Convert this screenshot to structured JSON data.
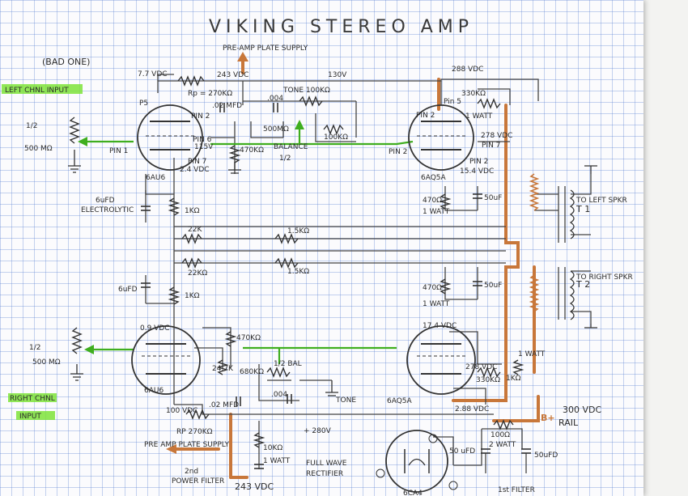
{
  "title": "VIKING STEREO AMP",
  "subtitle": "(BAD ONE)",
  "inputs": {
    "left": "LEFT CHNL INPUT",
    "right_line1": "RIGHT CHNL",
    "right_line2": "INPUT"
  },
  "volume": {
    "left_label": "1/2",
    "left_value": "500 MΩ",
    "right_label": "1/2",
    "right_value": "500 MΩ"
  },
  "tubes": {
    "v1": "6AU6",
    "v2": "6AQ5A",
    "v3": "6AU6",
    "v4": "6AQ5A",
    "rect": "6CA4"
  },
  "pins": {
    "p5": "P5",
    "pin2_top": "PIN 2",
    "pin6": "PIN 6",
    "pin1": "PIN 1",
    "pin7_top": "PIN 7",
    "p5_right": "Pin 5",
    "pin2_right": "PIN 2",
    "pin7_right": "PIN 7",
    "pin2_low": "PIN 2"
  },
  "voltages": {
    "v77": "7.7 VDC",
    "v243": "243 VDC",
    "v288": "288 VDC",
    "v115": "115V",
    "v24": "2.4 VDC",
    "v278": "278 VDC",
    "v154": "15.4 VDC",
    "v09": "0.9 VDC",
    "v247": "24.7K",
    "v174": "17.4 VDC",
    "v278b": "278 VDC",
    "v288b": "2.88 VDC",
    "v100": "100 VDC",
    "v280": "+ 280V",
    "v243b": "243 VDC",
    "v300": "300 VDC",
    "v130": "130V"
  },
  "labels": {
    "preamp_top": "PRE-AMP PLATE SUPPLY",
    "rp_top": "Rp = 270KΩ",
    "c02_top": ".02 MFD",
    "c004": ".004",
    "tone_top": "TONE 100KΩ",
    "r500m": "500MΩ",
    "r470k": "470KΩ",
    "balance": "BALANCE",
    "half": "1/2",
    "r100k_top": "100KΩ",
    "r330k": "330KΩ",
    "watt1": "1 WATT",
    "r470": "470Ω",
    "c50uf": "50uF",
    "c6uf": "6uFD",
    "electrolytic": "ELECTROLYTIC",
    "r1k": "1KΩ",
    "r22k": "22K",
    "r15k_a": "1.5KΩ",
    "r15k_b": "1.5KΩ",
    "r22k_b": "22KΩ",
    "c6uf_b": "6uFD",
    "r1k_b": "1KΩ",
    "r470_b": "470Ω",
    "watt1_b": "1 WATT",
    "c50uf_b": "50uF",
    "r470k_b": "470KΩ",
    "r680k": "680KΩ",
    "bal": "1/2 BAL",
    "tone_bot": "TONE",
    "c004_b": ".004",
    "c02_bot": ".02 MFD",
    "rp_bot": "RP 270KΩ",
    "r330k_b": "330KΩ",
    "watt": "1 WATT",
    "r1k_bot": "1KΩ",
    "r10k": "10KΩ",
    "watt_bot": "1 WATT",
    "preamp_bot": "PRE AMP PLATE SUPPLY",
    "second_filter_1": "2nd",
    "second_filter_2": "POWER FILTER",
    "fullwave_1": "FULL WAVE",
    "fullwave_2": "RECTIFIER",
    "c50_left": "50 uFD",
    "r100_rail": "100Ω",
    "watt2": "2 WATT",
    "c50_right": "50uFD",
    "first_filter": "1st FILTER",
    "bplus": "B+",
    "rail": "RAIL",
    "t1": "T 1",
    "t1_text": "TO LEFT SPKR",
    "t2": "T 2",
    "t2_text": "TO RIGHT SPKR"
  },
  "colors": {
    "wire": "#444444",
    "supply": "#c8773a",
    "signal": "#3fae1f",
    "highlight": "#7ee33a"
  }
}
